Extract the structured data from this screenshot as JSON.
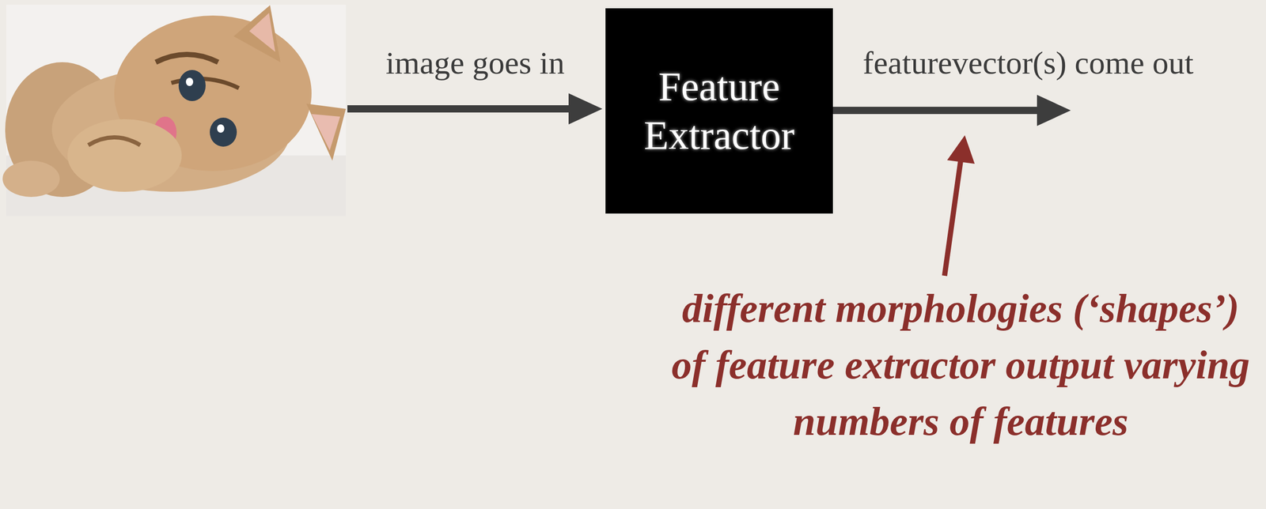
{
  "diagram": {
    "nodes": [
      {
        "text": [
          "Feature Extractor"
        ]
      }
    ],
    "labels": [
      "image goes in",
      "featurevector(s) come out",
      "different morphologies (‘shapes’) of feature extractor output varying numbers of features"
    ]
  }
}
